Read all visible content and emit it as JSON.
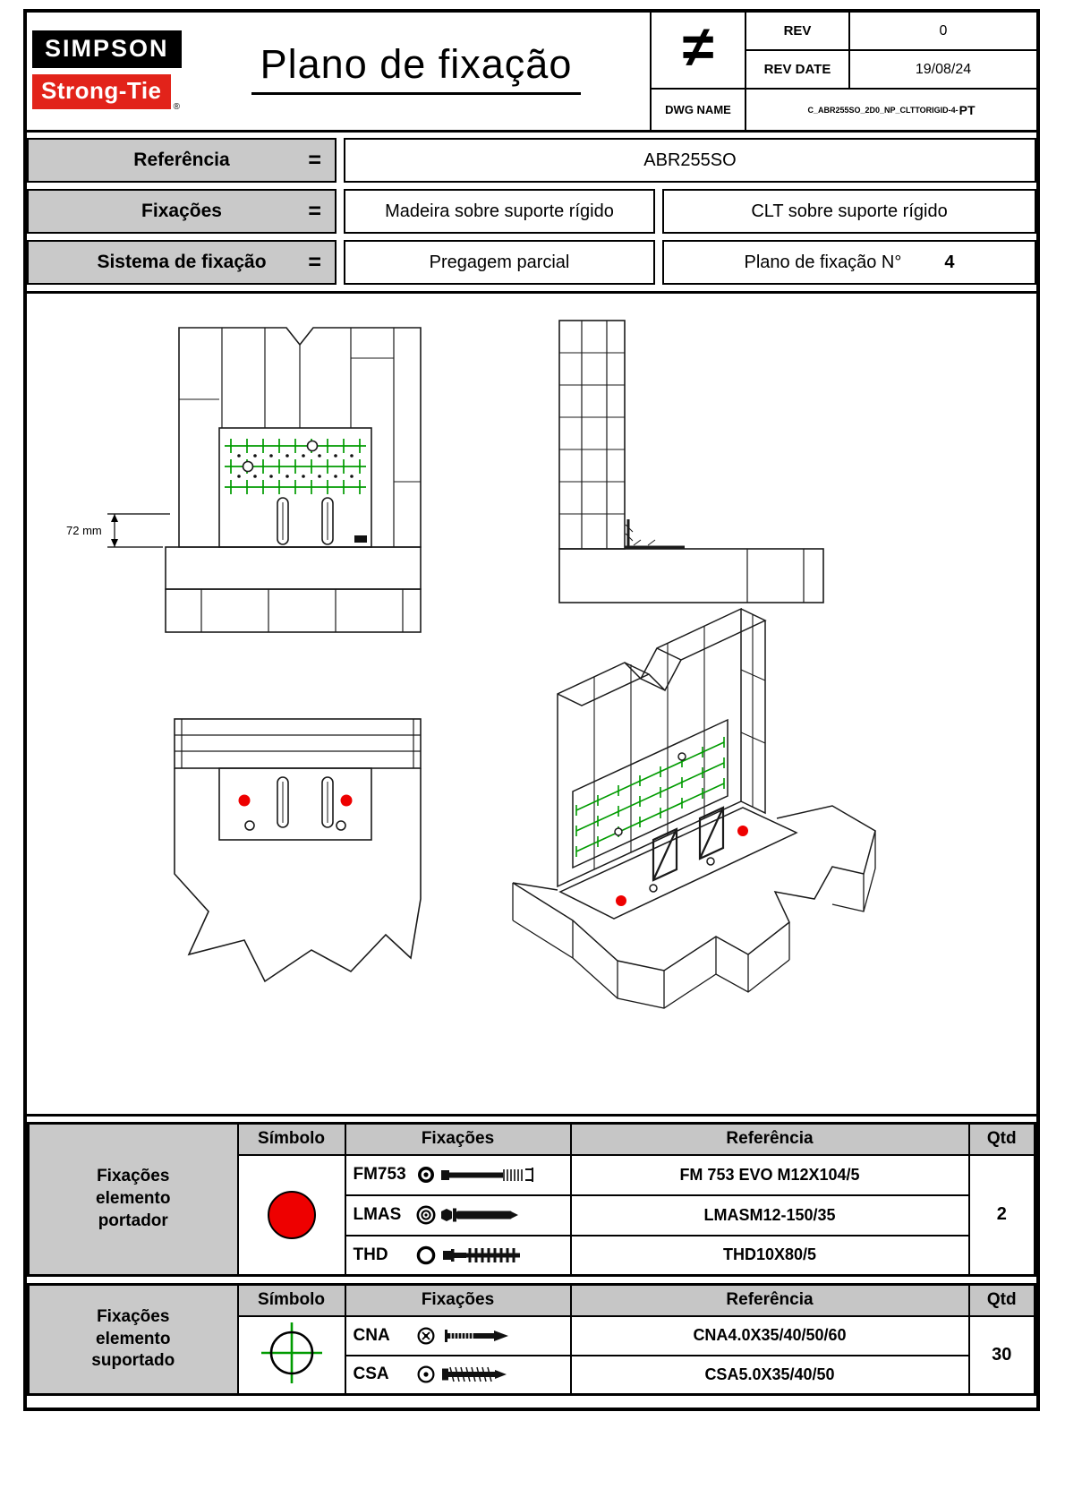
{
  "sheet": {
    "title": "Plano de fixação"
  },
  "logo": {
    "simpson": "SIMPSON",
    "strongtie": "Strong-Tie",
    "registered": "®"
  },
  "titleblock": {
    "neq": "≠",
    "rev_label": "REV",
    "rev_value": "0",
    "revdate_label": "REV DATE",
    "revdate_value": "19/08/24",
    "dwg_label": "DWG NAME",
    "dwg_value": "C_ABR255SO_2D0_NP_CLTTORIGID-4-",
    "dwg_suffix": "PT"
  },
  "info": {
    "row1": {
      "label": "Referência",
      "eq": "=",
      "value": "ABR255SO"
    },
    "row2": {
      "label": "Fixações",
      "eq": "=",
      "left": "Madeira sobre suporte rígido",
      "right": "CLT sobre suporte rígido"
    },
    "row3": {
      "label": "Sistema de fixação",
      "eq": "=",
      "left": "Pregagem parcial",
      "right": "Plano de fixação N°",
      "right_num": "4"
    }
  },
  "drawing": {
    "dim_label": "72 mm"
  },
  "legend": {
    "headers": {
      "symbol": "Símbolo",
      "fixings": "Fixações",
      "reference": "Referência",
      "qty": "Qtd"
    },
    "portador": {
      "group_l1": "Fixações",
      "group_l2": "elemento",
      "group_l3": "portador",
      "symbol_icon": "red-filled-circle",
      "rows": [
        {
          "code": "FM753",
          "icon": "fm753-anchor-bolt",
          "reference": "FM 753 EVO M12X104/5"
        },
        {
          "code": "LMAS",
          "icon": "lmas-anchor-bolt",
          "reference": "LMASM12-150/35"
        },
        {
          "code": "THD",
          "icon": "thd-concrete-screw",
          "reference": "THD10X80/5"
        }
      ],
      "qty": "2"
    },
    "suportado": {
      "group_l1": "Fixações",
      "group_l2": "elemento",
      "group_l3": "suportado",
      "symbol_icon": "green-crosshair-circle",
      "rows": [
        {
          "code": "CNA",
          "icon": "cna-ring-nail",
          "reference": "CNA4.0X35/40/50/60"
        },
        {
          "code": "CSA",
          "icon": "csa-wood-screw",
          "reference": "CSA5.0X35/40/50"
        }
      ],
      "qty": "30"
    }
  },
  "colors": {
    "logo_red": "#e2231a",
    "symbol_red": "#ee0000",
    "nail_green": "#009b00",
    "header_gray": "#c8c8c8"
  }
}
